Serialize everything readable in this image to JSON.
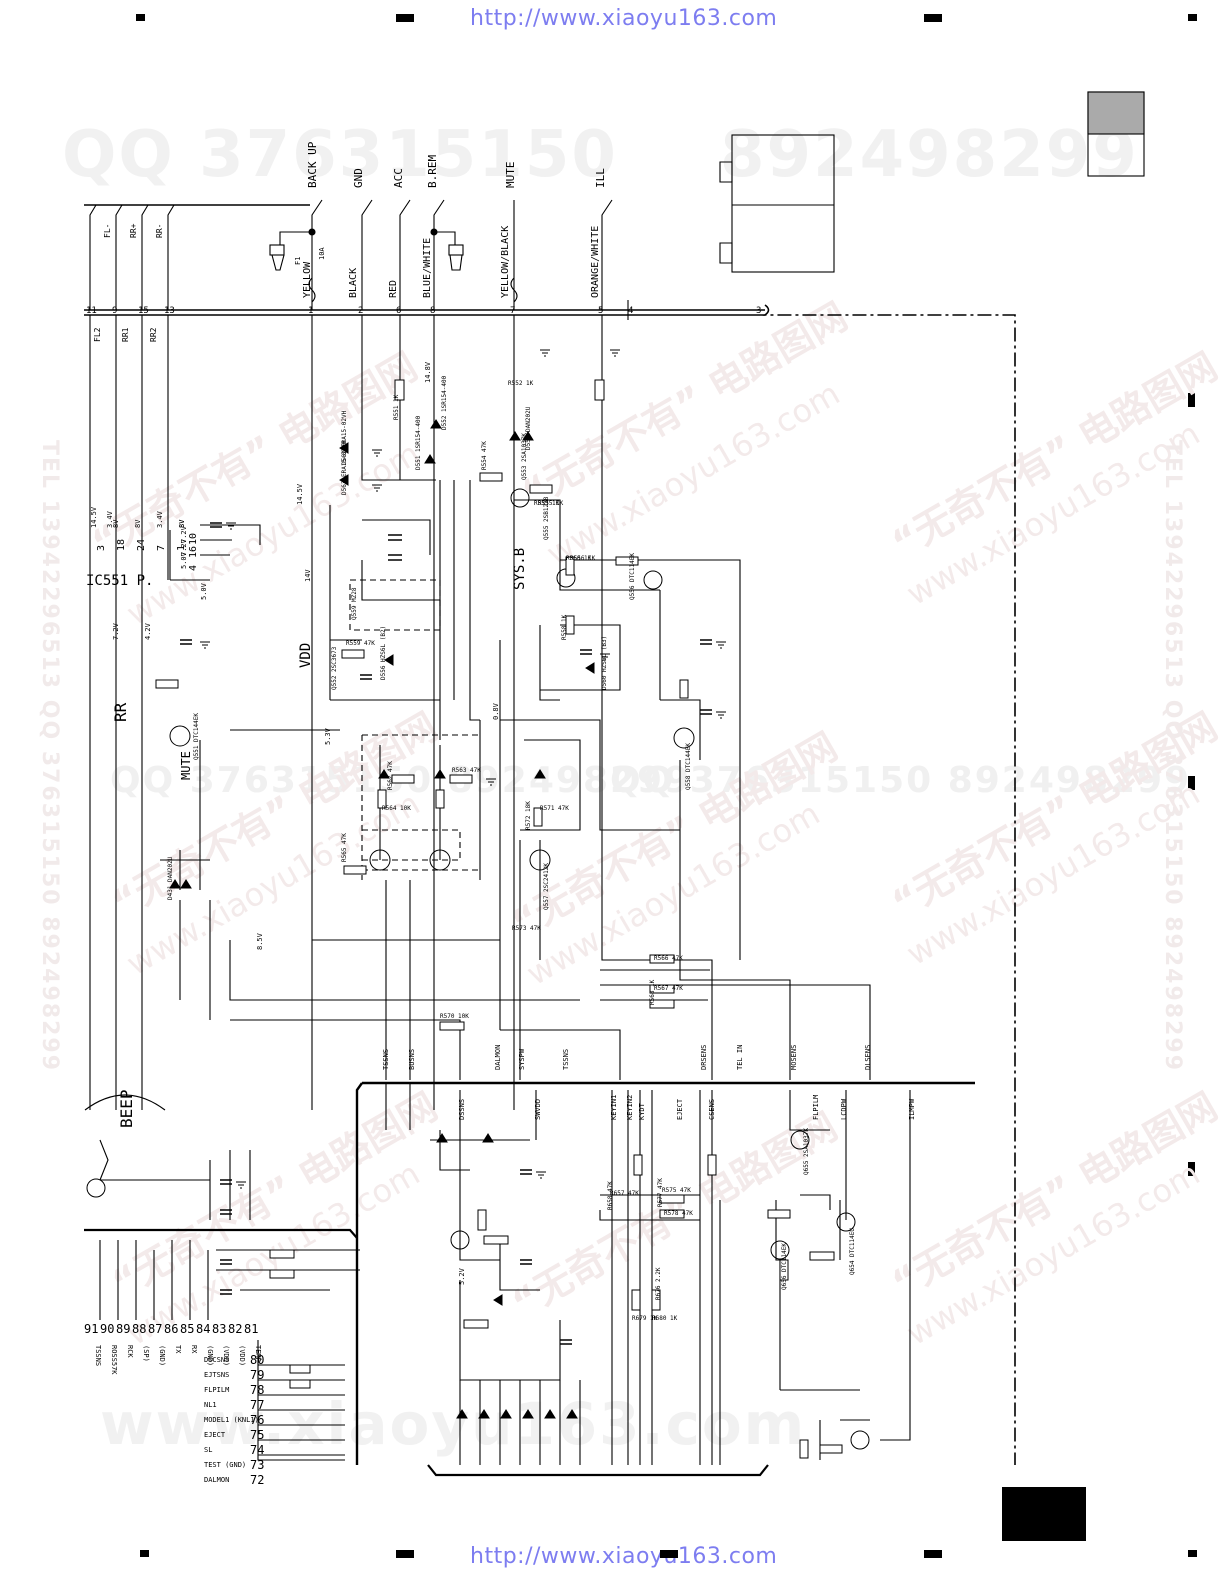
{
  "header_url": "http://www.xiaoyu163.com",
  "footer_url": "http://www.xiaoyu163.com",
  "watermarks": {
    "qq_big": "QQ 376315150",
    "num_big": "892498299",
    "chinese_cn": "“无奇不有” 电路图网",
    "site": "www.xiaoyu163.com",
    "side_tel": "TEL 13942296513   QQ 376315150   892498299",
    "footer_big": "www.xiaoyu163.com",
    "mid_qq": "QQ 376315150  892498299"
  },
  "connector_signals": [
    "BACK UP",
    "GND",
    "ACC",
    "B.REM",
    "MUTE",
    "ILL"
  ],
  "wire_colors": [
    "YELLOW",
    "BLACK",
    "RED",
    "BLUE/WHITE",
    "YELLOW/BLACK",
    "ORANGE/WHITE"
  ],
  "pin_numbers": [
    "1",
    "2",
    "6",
    "8",
    "7",
    "5",
    "4",
    "3"
  ],
  "left_pins": [
    "11",
    "9",
    "15",
    "13"
  ],
  "left_speakers": [
    "FL-",
    "RR+",
    "RR-"
  ],
  "left_labels": [
    "FL2",
    "RR1",
    "RR2"
  ],
  "ic_label": "IC551 P.",
  "beep_label": "BEEP",
  "mute_label": "MUTE",
  "vdd_label": "VDD",
  "rr_label": "RR",
  "sysb_label": "SYS.B",
  "fuse": {
    "name": "F1",
    "rating": "10A"
  },
  "voltages": [
    "14.8V",
    "14.5V",
    "8V",
    "3.4V",
    "7.2V",
    "5.0V",
    "4.2V",
    "8.5V",
    "5.3V",
    "14V",
    "0.8V",
    "5.2V"
  ],
  "ic_pins": [
    {
      "num": "3",
      "v": "14.5V"
    },
    {
      "num": "18",
      "v": "8V"
    },
    {
      "num": "24",
      "v": "8V"
    },
    {
      "num": "7",
      "v": "3.4V"
    },
    {
      "num": "1",
      "v": "8V"
    },
    {
      "num": "10",
      "v": "7.2V"
    },
    {
      "num": "16",
      "v": "7.2V"
    },
    {
      "num": "4",
      "v": "5.0V"
    }
  ],
  "bus_signals_top": [
    "TSSNS",
    "BUSNS",
    "DALMON",
    "SYSPW",
    "TSSNS",
    "DRSENS",
    "TEL IN",
    "MOSENS",
    "DLSENS"
  ],
  "bus_signals_bottom": [
    "DSSNS",
    "SWVDD",
    "KEYIN1",
    "KEYIN2",
    "KYDT",
    "EJECT",
    "CSENS",
    "FLPILM",
    "LCDPW",
    "ILMPW"
  ],
  "micro_pins": [
    {
      "num": "80",
      "name": "DSCSNS"
    },
    {
      "num": "79",
      "name": "EJTSNS"
    },
    {
      "num": "78",
      "name": "FLPILM"
    },
    {
      "num": "77",
      "name": "NL1"
    },
    {
      "num": "76",
      "name": "MODEL1 (KNL1)"
    },
    {
      "num": "75",
      "name": "EJECT"
    },
    {
      "num": "74",
      "name": "SL"
    },
    {
      "num": "73",
      "name": "TEST (GND)"
    },
    {
      "num": "72",
      "name": "DALMON"
    }
  ],
  "micro_top_pins": [
    "91",
    "90",
    "89",
    "88",
    "87",
    "86",
    "85",
    "84",
    "83",
    "82",
    "81"
  ],
  "micro_top_names": [
    "TSSNS",
    "ROSS57K",
    "RCK",
    "(SP)",
    "(GND)",
    "TX",
    "RX",
    "(GND)",
    "(VDD)",
    "(VDD)",
    "TEMP"
  ],
  "parts": [
    "R551 1K",
    "R552 1K",
    "R553 1K",
    "R554 47K",
    "R555 1K",
    "R556 1K",
    "R558 1K",
    "R559 47K",
    "R560 1K",
    "R562 47K",
    "R563 47K",
    "R564 10K",
    "R565 47K",
    "R566 47K",
    "R567 47K",
    "R568 1K",
    "R570 10K",
    "R571 47K",
    "R572 18K",
    "R573 47K",
    "R575 47K",
    "R577 47K",
    "R578 47K",
    "R657 47K",
    "R658 47K",
    "R679 1K",
    "R680 1K",
    "R676 2.2K"
  ],
  "transistors": [
    "Q551 DTC144EK",
    "Q552 2SC3673",
    "Q553 2SA1037K",
    "Q555 2SB1238",
    "Q556 DTC114EK",
    "Q557 2SC2412K",
    "Q558 DTC144EK",
    "Q559 MZ28",
    "Q655 2SA1037K",
    "Q656 DTC114EK",
    "Q654 DTC114EU"
  ],
  "diodes": [
    "D551 1SR154-400",
    "D552 1SR154-400",
    "D555 DAN202U",
    "D556 HZS6L (B2)",
    "D560 HZS6L (B3)",
    "D562 ERA15-02VH",
    "D563 ERA15-02VH",
    "D431 DAN202U"
  ]
}
